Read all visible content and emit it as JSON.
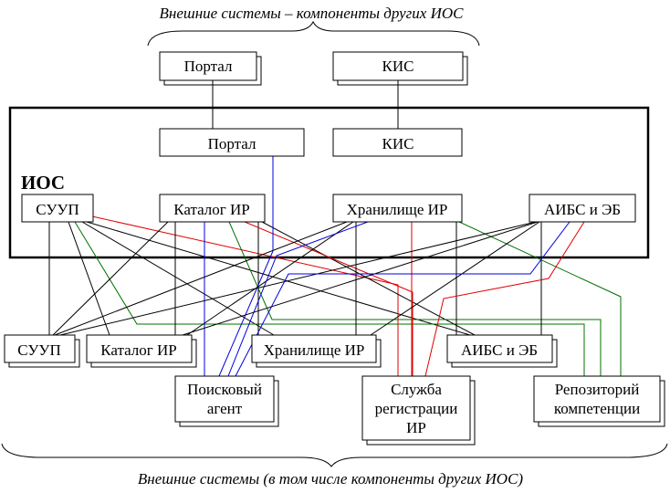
{
  "captions": {
    "top": "Внешние системы – компоненты других ИОС",
    "bottom": "Внешние системы (в том числе компоненты других ИОС)"
  },
  "ios_label": "ИОС",
  "external_top": {
    "portal": "Портал",
    "kis": "КИС"
  },
  "internal": {
    "portal": "Портал",
    "kis": "КИС",
    "suup": "СУУП",
    "catalog": "Каталог ИР",
    "storage": "Хранилище ИР",
    "aibs": "АИБС и ЭБ"
  },
  "external_bottom": {
    "suup": "СУУП",
    "catalog": "Каталог ИР",
    "storage": "Хранилище ИР",
    "aibs": "АИБС и ЭБ",
    "search_agent": [
      "Поисковый",
      "агент"
    ],
    "registration": [
      "Служба",
      "регистрации",
      "ИР"
    ],
    "repository": [
      "Репозиторий",
      "компетенции"
    ]
  },
  "colors": {
    "black": "#000000",
    "red": "#e00000",
    "blue": "#0000e0",
    "green": "#007000"
  }
}
